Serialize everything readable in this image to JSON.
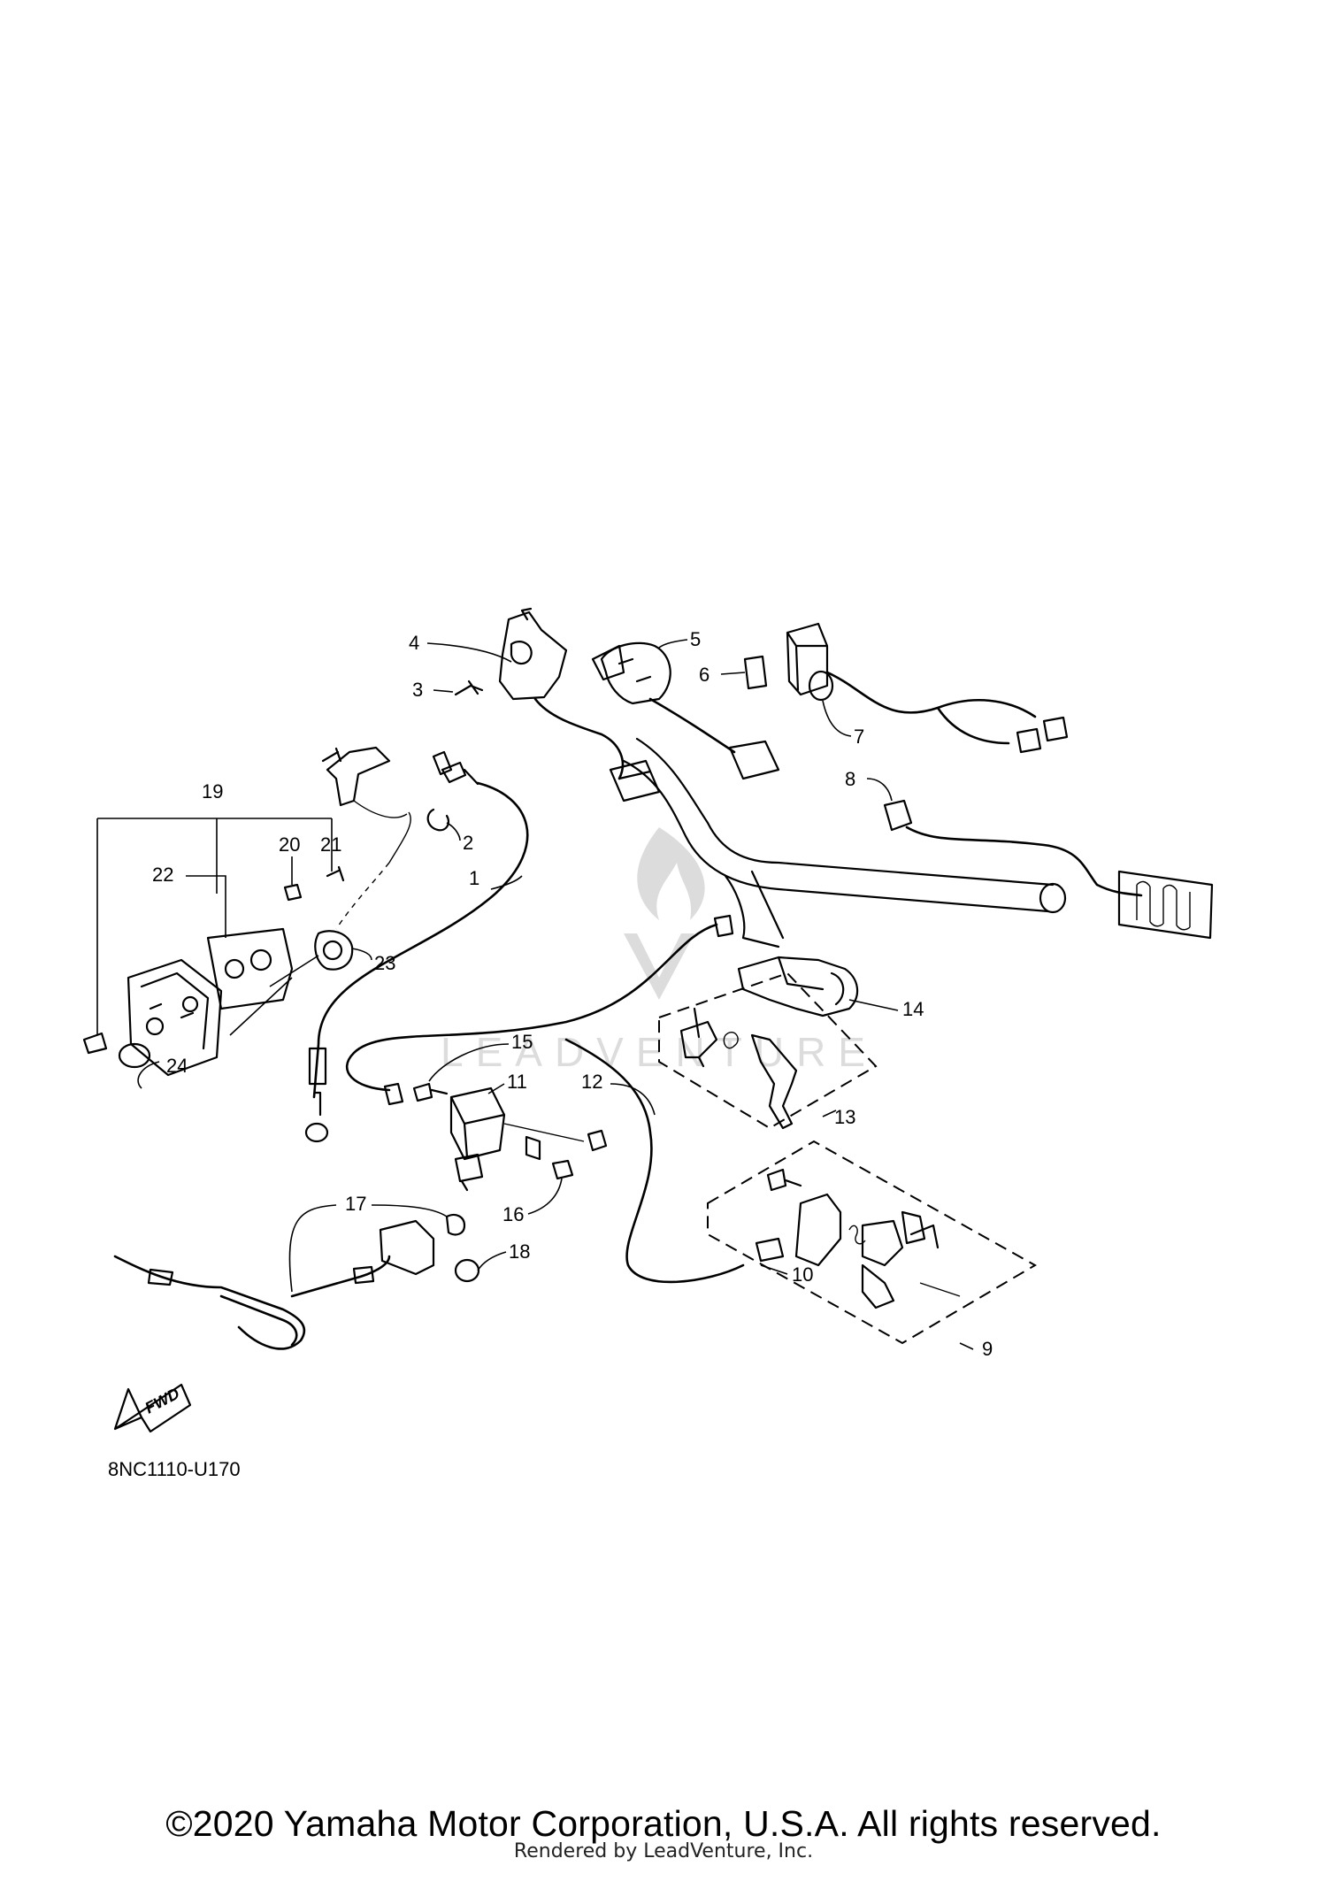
{
  "diagram": {
    "code": "8NC1110-U170",
    "direction_label": "FWD",
    "watermark": "LEADVENTURE",
    "copyright": "©2020 Yamaha Motor Corporation, U.S.A. All rights reserved.",
    "rendered_by": "Rendered by LeadVenture, Inc."
  },
  "callouts": [
    {
      "id": "1",
      "label": "1"
    },
    {
      "id": "2",
      "label": "2"
    },
    {
      "id": "3",
      "label": "3"
    },
    {
      "id": "4",
      "label": "4"
    },
    {
      "id": "5",
      "label": "5"
    },
    {
      "id": "6",
      "label": "6"
    },
    {
      "id": "7",
      "label": "7"
    },
    {
      "id": "8",
      "label": "8"
    },
    {
      "id": "9",
      "label": "9"
    },
    {
      "id": "10",
      "label": "10"
    },
    {
      "id": "11",
      "label": "11"
    },
    {
      "id": "12",
      "label": "12"
    },
    {
      "id": "13",
      "label": "13"
    },
    {
      "id": "14",
      "label": "14"
    },
    {
      "id": "15",
      "label": "15"
    },
    {
      "id": "16",
      "label": "16"
    },
    {
      "id": "17",
      "label": "17"
    },
    {
      "id": "18",
      "label": "18"
    },
    {
      "id": "19",
      "label": "19"
    },
    {
      "id": "20",
      "label": "20"
    },
    {
      "id": "21",
      "label": "21"
    },
    {
      "id": "22",
      "label": "22"
    },
    {
      "id": "23",
      "label": "23"
    },
    {
      "id": "24",
      "label": "24"
    }
  ]
}
